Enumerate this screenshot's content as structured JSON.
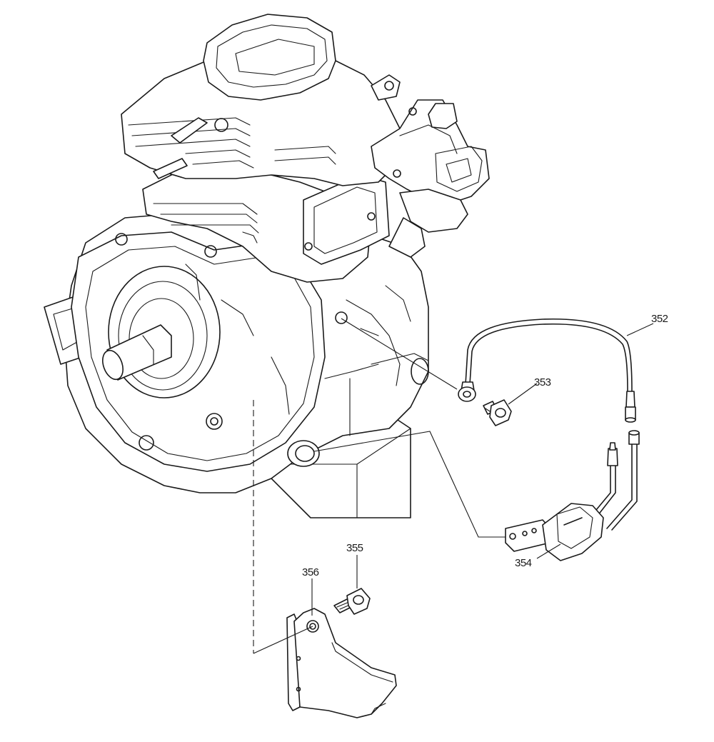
{
  "callouts": [
    {
      "id": "352",
      "text": "352"
    },
    {
      "id": "353",
      "text": "353"
    },
    {
      "id": "354",
      "text": "354"
    },
    {
      "id": "355",
      "text": "355"
    },
    {
      "id": "356",
      "text": "356"
    }
  ]
}
